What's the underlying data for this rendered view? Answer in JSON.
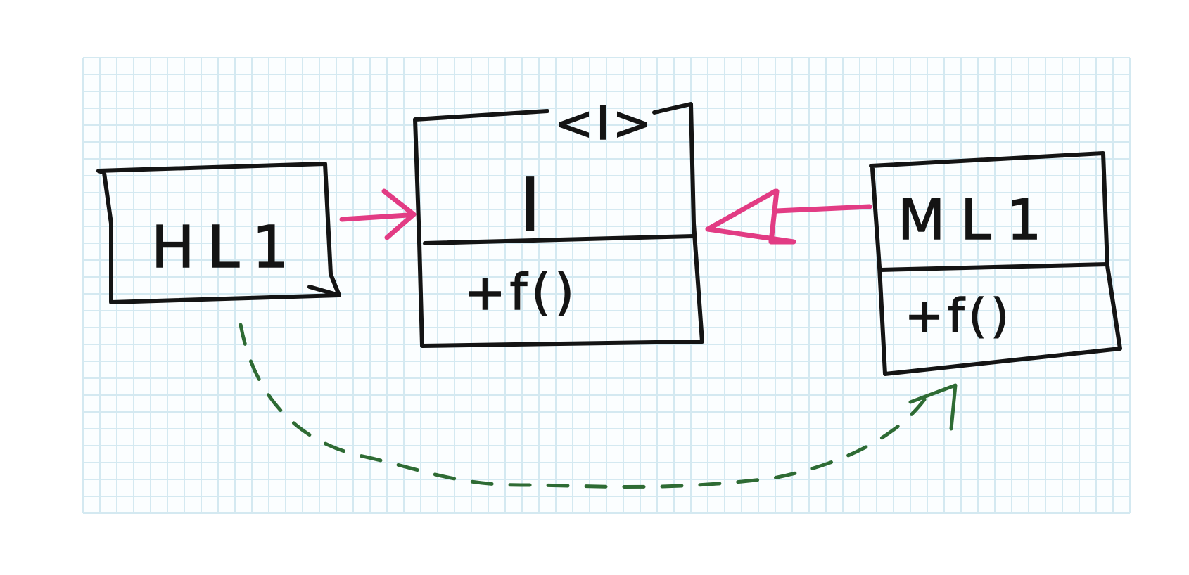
{
  "diagram": {
    "interface_box": {
      "stereotype": "<I>",
      "name": "I",
      "member": "+f()"
    },
    "high_level_box": {
      "name": "HL1"
    },
    "mid_level_box": {
      "name": "ML1",
      "member": "+f()"
    },
    "colors": {
      "ink": "#141414",
      "association_arrow": "#e23c84",
      "realization_arrow": "#e23c84",
      "dependency_arrow": "#2e6b34",
      "grid": "#d4e9f1",
      "paper": "#ffffff"
    }
  }
}
